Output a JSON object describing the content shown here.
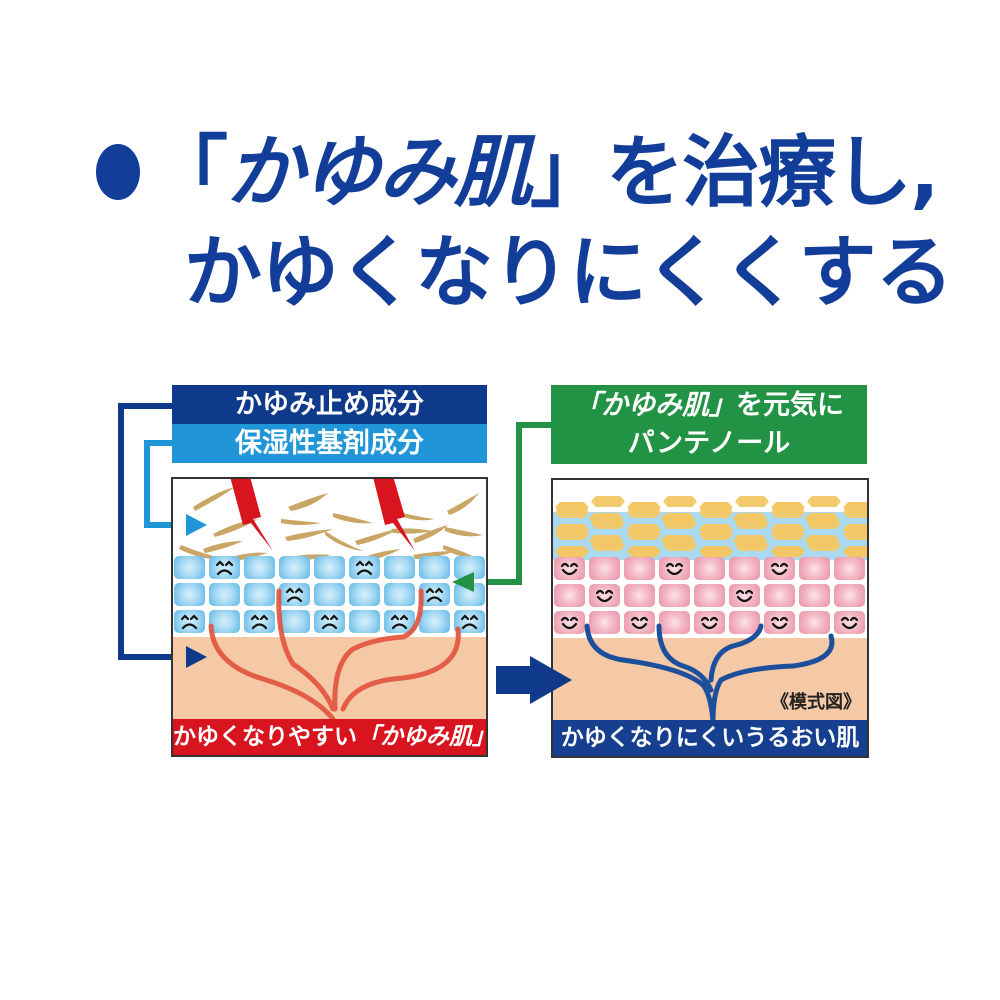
{
  "headline": {
    "line1_open": "「",
    "line1_emphasis": "かゆみ肌",
    "line1_close": "」を治療し,",
    "line2": "かゆくなりにくくする"
  },
  "left_panel": {
    "header_top": "かゆみ止め成分",
    "header_bottom": "保湿性基剤成分",
    "caption_plain": "かゆくなりやすい",
    "caption_emphasis": "「かゆみ肌」",
    "grid": {
      "rows": 3,
      "cols": 9,
      "face_type": "sad",
      "faces": [
        [
          1,
          5
        ],
        [
          3,
          7
        ],
        [
          0,
          2,
          4,
          6,
          8
        ]
      ]
    }
  },
  "right_panel": {
    "header_emphasis": "「かゆみ肌」",
    "header_line1_rest": "を元気に",
    "header_line2": "パンテノール",
    "caption": "かゆくなりにくいうるおい肌",
    "note": "《模式図》",
    "grid": {
      "rows": 3,
      "cols": 9,
      "face_type": "happy",
      "faces": [
        [
          0,
          3,
          6
        ],
        [
          1,
          5
        ],
        [
          0,
          2,
          4,
          6,
          8
        ]
      ]
    }
  },
  "colors": {
    "headline_blue": "#123e9a",
    "dark_blue": "#0f3a8c",
    "light_blue": "#2095d8",
    "green": "#229245",
    "red": "#d8141f",
    "skin": "#f5c8a6",
    "nerve_red": "#e2543f",
    "nerve_blue": "#1c4f9c",
    "scale_tan": "#c9a666",
    "hex_yellow": "#f3c766"
  },
  "icons": {
    "bullet": "filled-circle",
    "transition_arrow": "right-arrow",
    "itch": "lightning-bolt"
  }
}
